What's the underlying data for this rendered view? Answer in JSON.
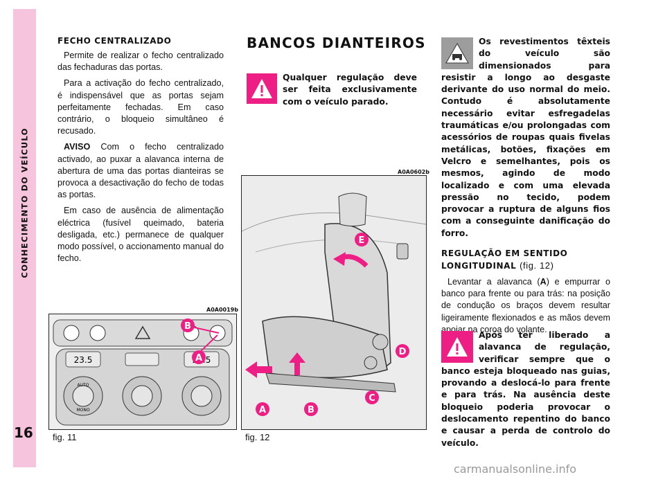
{
  "sidebar": {
    "chapter": "CONHECIMENTO DO VEÍCULO",
    "page_number": "16"
  },
  "col1": {
    "heading": "FECHO CENTRALIZADO",
    "p1": "Permite de realizar o fecho centralizado das fechaduras das portas.",
    "p2": "Para a activação do fecho centralizado, é indispensável que as portas sejam perfeitamente fechadas. Em caso contrário, o bloqueio simultâneo é recusado.",
    "p3_label": "AVISO",
    "p3": "Com o fecho centralizado activado, ao puxar a alavanca interna de abertura de uma das portas dianteiras se provoca a desactivação do fecho de todas as portas.",
    "p4": "Em caso de ausência de alimentação eléctrica (fusível queimado, bateria desligada, etc.) permanece de qualquer modo possível, o accionamento manual do fecho."
  },
  "section": {
    "title": "BANCOS DIANTEIROS"
  },
  "warning1": "Qualquer regulação deve ser feita exclusivamente com o veículo parado.",
  "warning2": "Os revestimentos têxteis do veículo são dimensionados para resistir a longo ao desgaste derivante do uso normal do meio. Contudo é absolutamente necessário evitar esfregadelas traumáticas e/ou prolongadas com acessórios de roupas quais fivelas metálicas, botões, fixações em Velcro e semelhantes, pois os mesmos, agindo de modo localizado e com uma elevada pressão no tecido, podem provocar a ruptura de alguns fios com a conseguinte danificação do forro.",
  "subsection": {
    "heading": "REGULAÇÃO EM SENTIDO LONGITUDINAL",
    "fig_ref": "(fig. 12)",
    "p_pre": "Levantar a alavanca (",
    "p_lever": "A",
    "p_post": ") e empurrar o banco para frente ou para trás: na posição de condução os braços devem resultar ligeiramente flexionados e as mãos devem apoiar na coroa do volante."
  },
  "warning3": "Após ter liberado a alavanca de regulação, verificar sempre que o banco esteja bloqueado nas guias, provando a deslocá-lo para frente e para trás. Na ausência deste bloqueio poderia provocar o deslocamento repentino do banco e causar a perda de controlo do veículo.",
  "fig11": {
    "code": "A0A0019b",
    "caption": "fig. 11",
    "labels": [
      "B",
      "A"
    ],
    "display_left": "23.5",
    "display_right": "23.5",
    "btn_auto": "AUTO",
    "btn_mono": "MONO"
  },
  "fig12": {
    "code": "A0A0602b",
    "caption": "fig. 12",
    "labels": [
      "E",
      "D",
      "C",
      "B",
      "A"
    ]
  },
  "watermark": "carmanualsonline.info",
  "colors": {
    "accent": "#ed1e84",
    "sidebar": "#f7c4de",
    "grey_icon": "#9d9d9d"
  }
}
